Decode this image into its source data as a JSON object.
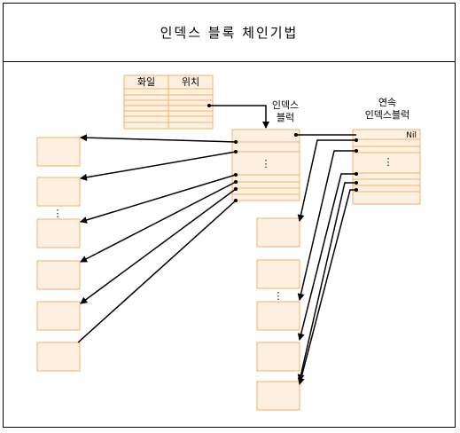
{
  "title": "인덱스 블록 체인기법",
  "file_table": {
    "col_file": "화일",
    "col_location": "위치"
  },
  "index_block": {
    "label_line1": "인덱스",
    "label_line2": "블럭"
  },
  "continued_block": {
    "label_line1": "연속",
    "label_line2": "인덱스블럭",
    "nil": "Nil"
  },
  "ellipsis": "⋮"
}
